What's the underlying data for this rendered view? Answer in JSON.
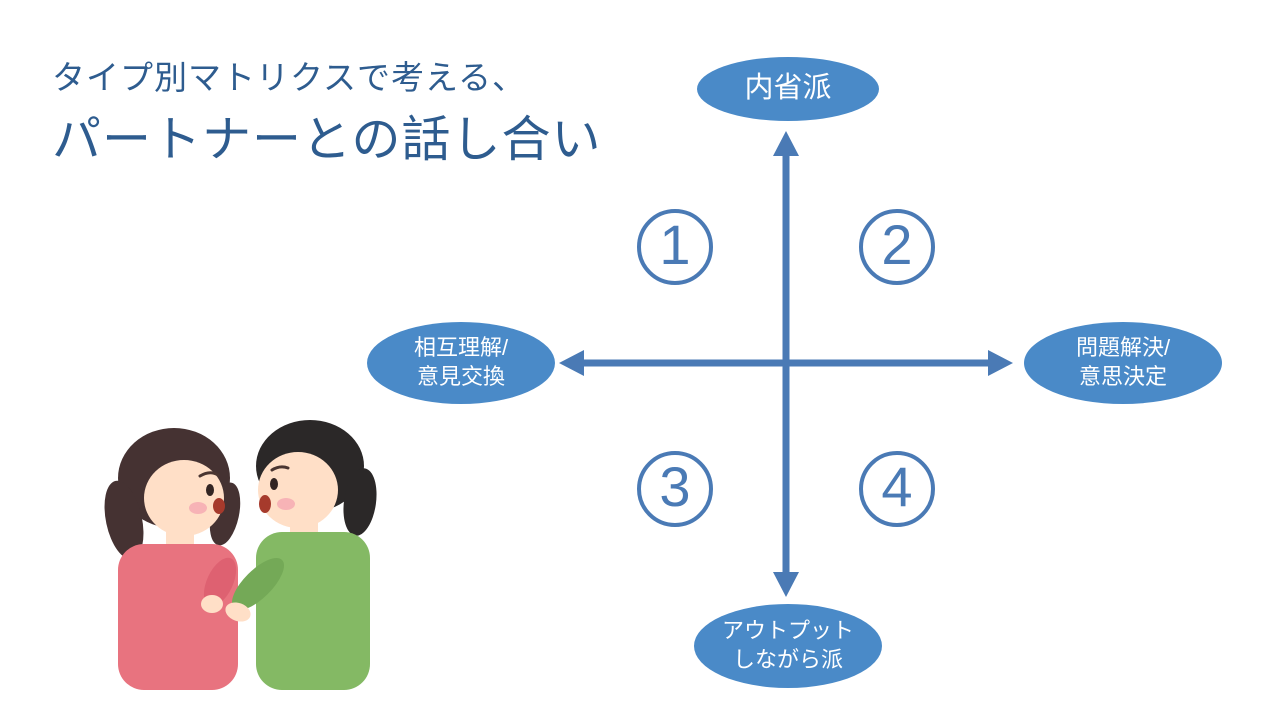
{
  "colors": {
    "background": "#ffffff",
    "title_text": "#2e5c8f",
    "axis_accent": "#4a7ab5",
    "bubble_fill": "#4a8ac8",
    "bubble_text": "#ffffff"
  },
  "title": {
    "line1": "タイプ別マトリクスで考える、",
    "line2": "パートナーとの話し合い"
  },
  "matrix": {
    "top_label": "内省派",
    "bottom_label": [
      "アウトプット",
      "しながら派"
    ],
    "left_label": [
      "相互理解/",
      "意見交換"
    ],
    "right_label": [
      "問題解決/",
      "意思決定"
    ],
    "quadrants": [
      {
        "number": "1"
      },
      {
        "number": "2"
      },
      {
        "number": "3"
      },
      {
        "number": "4"
      }
    ]
  },
  "illustration": {
    "name": "two-people-talking"
  }
}
